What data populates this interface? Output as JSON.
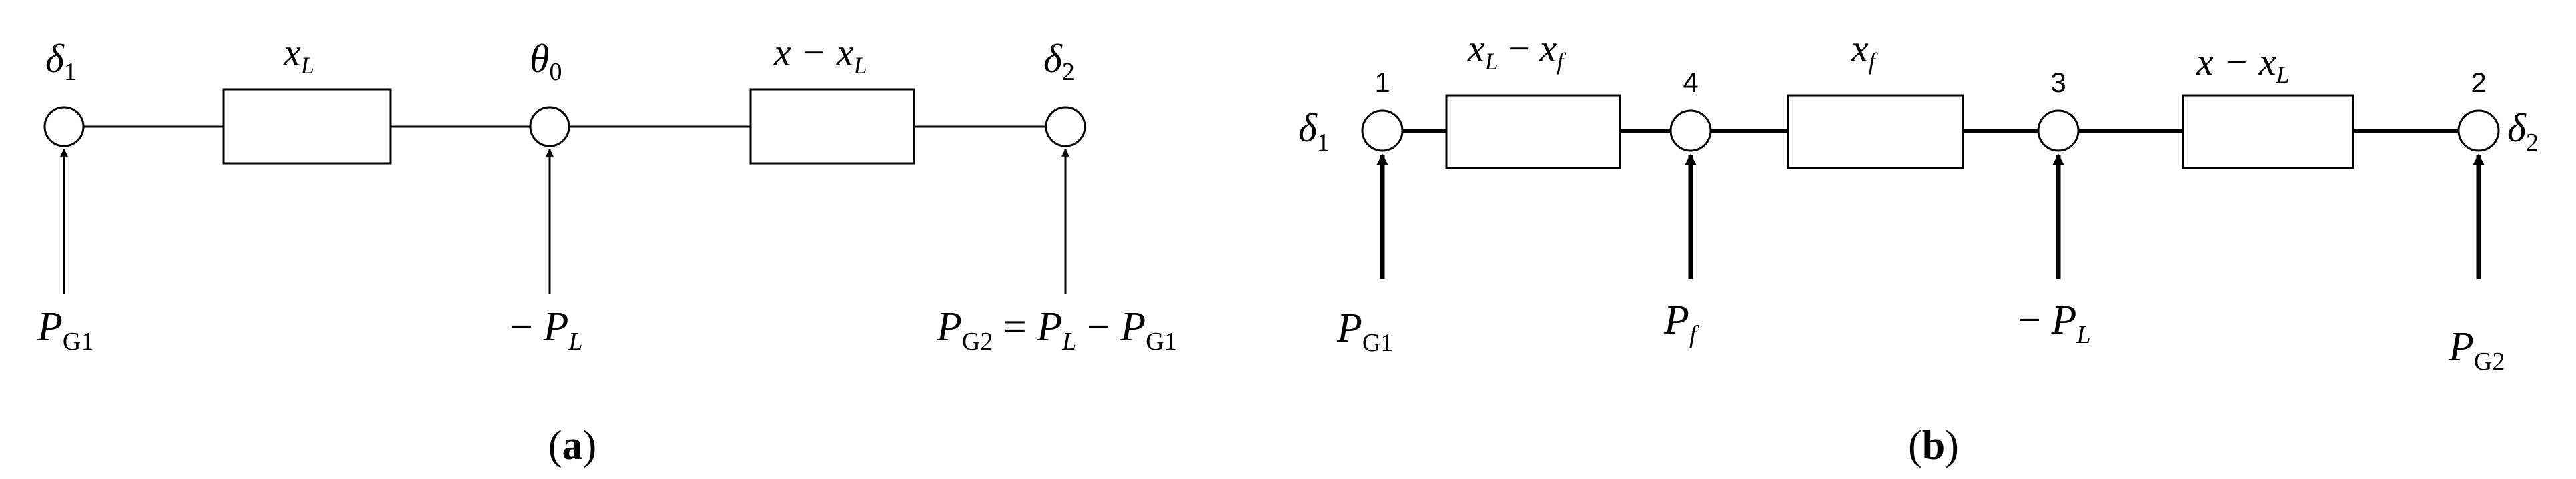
{
  "diagram_a": {
    "caption_open": "(",
    "caption_letter": "a",
    "caption_close": ")",
    "nodes": [
      {
        "main": "δ",
        "sub": "1"
      },
      {
        "main": "θ",
        "sub": "0"
      },
      {
        "main": "δ",
        "sub": "2"
      }
    ],
    "branches": [
      {
        "main": "x",
        "sub": "L",
        "prefix": "",
        "rest_main": "",
        "rest_sub": ""
      },
      {
        "main": "x",
        "sub": "L",
        "prefix": "x − ",
        "rest_main": "",
        "rest_sub": ""
      }
    ],
    "injections": [
      {
        "prefix": "",
        "main": "P",
        "sub": "G1",
        "tail": ""
      },
      {
        "prefix": "− ",
        "main": "P",
        "sub": "L",
        "tail": ""
      },
      {
        "prefix": "",
        "main": "P",
        "sub": "G2",
        "eq": " = ",
        "main2": "P",
        "sub2": "L",
        "minus": " − ",
        "main3": "P",
        "sub3": "G1"
      }
    ]
  },
  "diagram_b": {
    "caption_open": "(",
    "caption_letter": "b",
    "caption_close": ")",
    "node_numbers": [
      "1",
      "4",
      "3",
      "2"
    ],
    "end_labels": [
      {
        "main": "δ",
        "sub": "1"
      },
      {
        "main": "δ",
        "sub": "2"
      }
    ],
    "branches": [
      {
        "main": "x",
        "sub": "L",
        "minus": " − ",
        "main2": "x",
        "sub2": "f"
      },
      {
        "main": "x",
        "sub": "f"
      },
      {
        "prefix": "x − ",
        "main": "x",
        "sub": "L"
      }
    ],
    "injections": [
      {
        "prefix": "",
        "main": "P",
        "sub": "G1"
      },
      {
        "prefix": "",
        "main": "P",
        "sub": "f"
      },
      {
        "prefix": "− ",
        "main": "P",
        "sub": "L"
      },
      {
        "prefix": "",
        "main": "P",
        "sub": "G2"
      }
    ]
  }
}
